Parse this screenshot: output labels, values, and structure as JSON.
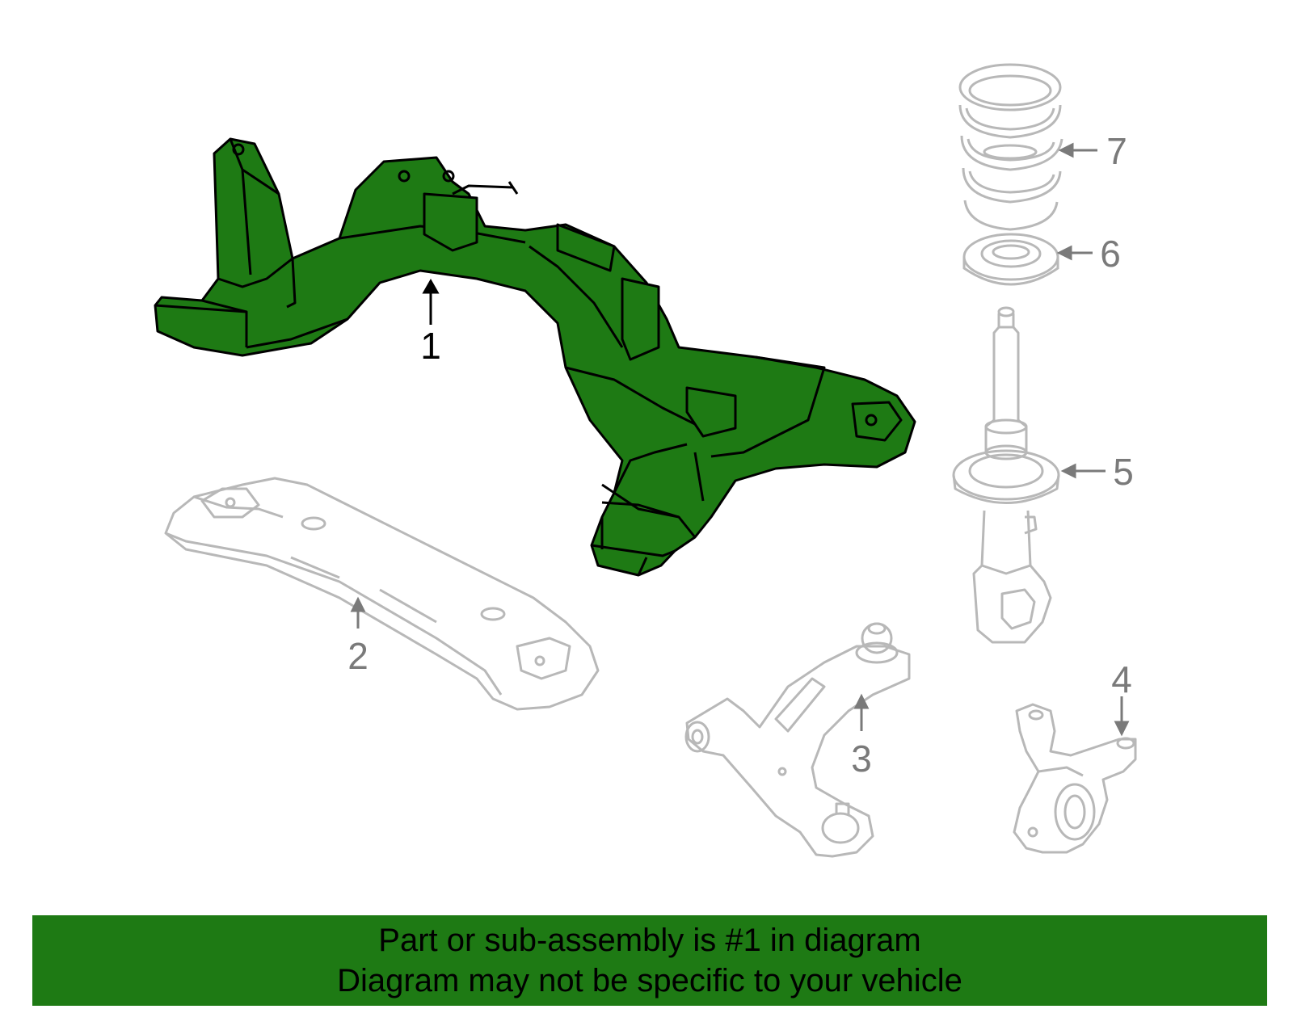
{
  "diagram": {
    "colors": {
      "highlight": "#1e7a14",
      "outline": "#000000",
      "ghost": "#b8b8b8",
      "callout_text": "#7a7a7a",
      "banner": "#1e7a14"
    },
    "callouts": [
      {
        "id": "1",
        "label": "1",
        "part": "crossmember-subframe",
        "highlighted": true
      },
      {
        "id": "2",
        "label": "2",
        "part": "support-bracket"
      },
      {
        "id": "3",
        "label": "3",
        "part": "lower-control-arm"
      },
      {
        "id": "4",
        "label": "4",
        "part": "steering-knuckle"
      },
      {
        "id": "5",
        "label": "5",
        "part": "strut-assembly"
      },
      {
        "id": "6",
        "label": "6",
        "part": "spring-seat-insulator"
      },
      {
        "id": "7",
        "label": "7",
        "part": "coil-spring"
      }
    ]
  },
  "banner": {
    "line1": "Part or sub-assembly is #1 in diagram",
    "line2": "Diagram may not be specific to your vehicle"
  }
}
